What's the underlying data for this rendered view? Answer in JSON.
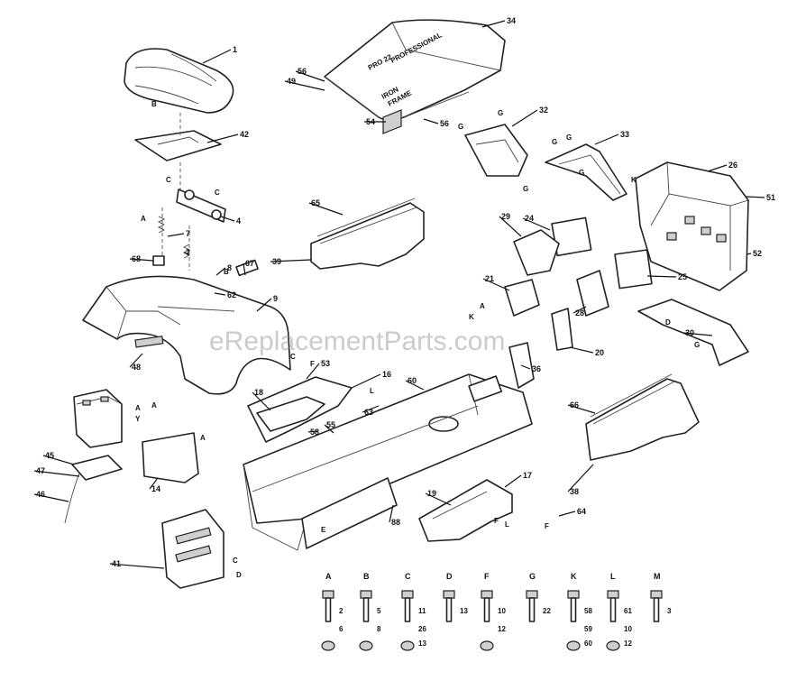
{
  "watermark": "eReplacementParts.com",
  "hood_text": [
    "PRO 22",
    "PROFESSIONAL"
  ],
  "hood_text_2": [
    "IRON",
    "FRAME"
  ],
  "callouts": [
    {
      "id": "c1",
      "label": "1"
    },
    {
      "id": "c42",
      "label": "42"
    },
    {
      "id": "c4",
      "label": "4"
    },
    {
      "id": "c7a",
      "label": "7"
    },
    {
      "id": "c7b",
      "label": "7"
    },
    {
      "id": "c8",
      "label": "8"
    },
    {
      "id": "c68",
      "label": "68"
    },
    {
      "id": "c67",
      "label": "67"
    },
    {
      "id": "c62",
      "label": "62"
    },
    {
      "id": "c9",
      "label": "9"
    },
    {
      "id": "c48",
      "label": "48"
    },
    {
      "id": "c34",
      "label": "34"
    },
    {
      "id": "c56",
      "label": "56"
    },
    {
      "id": "c49",
      "label": "49"
    },
    {
      "id": "c54",
      "label": "54"
    },
    {
      "id": "c56b",
      "label": "56"
    },
    {
      "id": "c32",
      "label": "32"
    },
    {
      "id": "c33",
      "label": "33"
    },
    {
      "id": "c26",
      "label": "26"
    },
    {
      "id": "c51",
      "label": "51"
    },
    {
      "id": "c52",
      "label": "52"
    },
    {
      "id": "c65",
      "label": "65"
    },
    {
      "id": "c39",
      "label": "39"
    },
    {
      "id": "c29",
      "label": "29"
    },
    {
      "id": "c24",
      "label": "24"
    },
    {
      "id": "c25",
      "label": "25"
    },
    {
      "id": "c21",
      "label": "21"
    },
    {
      "id": "c28",
      "label": "28"
    },
    {
      "id": "c20",
      "label": "20"
    },
    {
      "id": "c30",
      "label": "30"
    },
    {
      "id": "c36",
      "label": "36"
    },
    {
      "id": "c63",
      "label": "63"
    },
    {
      "id": "c16",
      "label": "16"
    },
    {
      "id": "c18",
      "label": "18"
    },
    {
      "id": "c60",
      "label": "60"
    },
    {
      "id": "c53",
      "label": "53"
    },
    {
      "id": "c55",
      "label": "55"
    },
    {
      "id": "c58",
      "label": "58"
    },
    {
      "id": "c66",
      "label": "66"
    },
    {
      "id": "c38",
      "label": "38"
    },
    {
      "id": "c45",
      "label": "45"
    },
    {
      "id": "c47",
      "label": "47"
    },
    {
      "id": "c46",
      "label": "46"
    },
    {
      "id": "c14",
      "label": "14"
    },
    {
      "id": "c17",
      "label": "17"
    },
    {
      "id": "c19",
      "label": "19"
    },
    {
      "id": "c64",
      "label": "64"
    },
    {
      "id": "c88",
      "label": "88"
    },
    {
      "id": "c41",
      "label": "41"
    }
  ],
  "legend": [
    {
      "letter": "A",
      "nums": [
        "2",
        "6"
      ]
    },
    {
      "letter": "B",
      "nums": [
        "5",
        "8"
      ]
    },
    {
      "letter": "C",
      "nums": [
        "11",
        "26",
        "13"
      ]
    },
    {
      "letter": "D",
      "nums": [
        "13"
      ]
    },
    {
      "letter": "F",
      "nums": [
        "10",
        "12"
      ]
    },
    {
      "letter": "G",
      "nums": [
        "22"
      ]
    },
    {
      "letter": "K",
      "nums": [
        "58",
        "59",
        "60"
      ]
    },
    {
      "letter": "L",
      "nums": [
        "61",
        "10",
        "12"
      ]
    },
    {
      "letter": "M",
      "nums": [
        "3"
      ]
    }
  ],
  "hardware_letters": [
    "B",
    "C",
    "C",
    "A",
    "B",
    "C",
    "F",
    "L",
    "G",
    "G",
    "G",
    "G",
    "G",
    "A",
    "Y",
    "A",
    "A",
    "K",
    "A",
    "L",
    "F",
    "F",
    "E",
    "C",
    "D",
    "D",
    "G",
    "G",
    "K"
  ]
}
